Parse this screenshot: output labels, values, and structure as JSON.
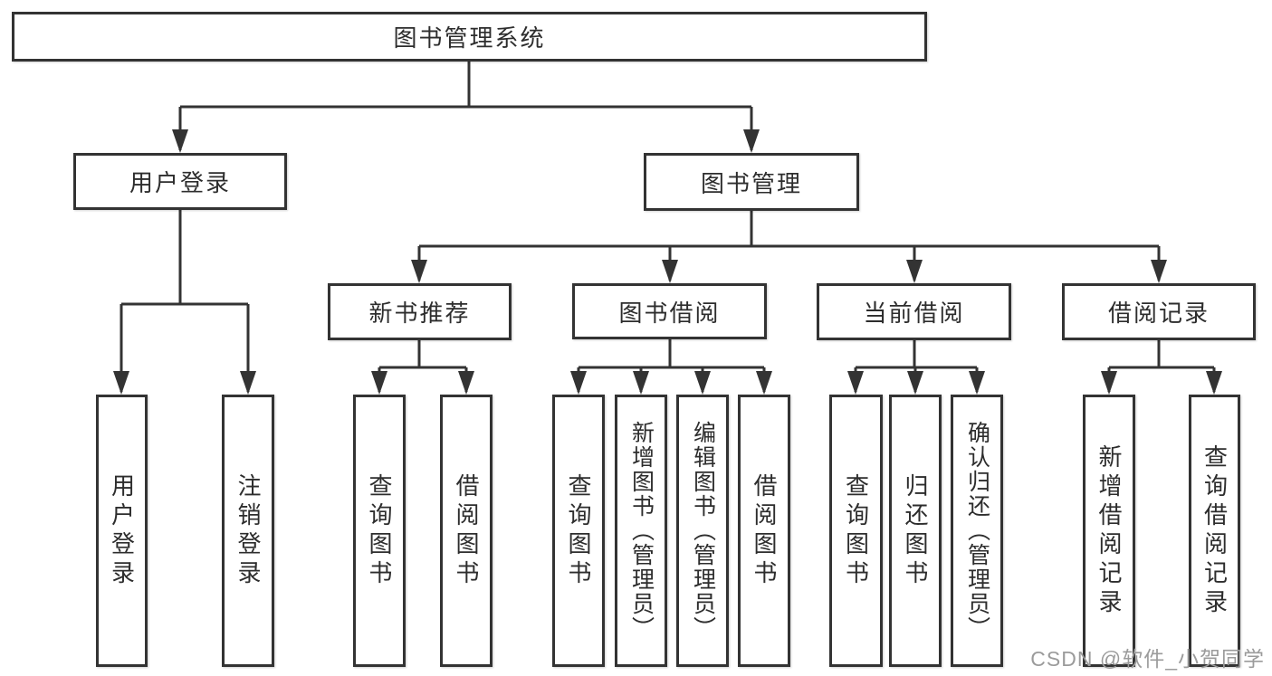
{
  "diagram_title": "图书管理系统",
  "tree": {
    "root": {
      "label": "图书管理系统",
      "children": [
        {
          "label": "用户登录",
          "children": [
            {
              "label": "用户登录"
            },
            {
              "label": "注销登录"
            }
          ]
        },
        {
          "label": "图书管理",
          "children": [
            {
              "label": "新书推荐",
              "children": [
                {
                  "label": "查询图书"
                },
                {
                  "label": "借阅图书"
                }
              ]
            },
            {
              "label": "图书借阅",
              "children": [
                {
                  "label": "查询图书"
                },
                {
                  "label": "新增图书（管理员）"
                },
                {
                  "label": "编辑图书（管理员）"
                },
                {
                  "label": "借阅图书"
                }
              ]
            },
            {
              "label": "当前借阅",
              "children": [
                {
                  "label": "查询图书"
                },
                {
                  "label": "归还图书"
                },
                {
                  "label": "确认归还（管理员）"
                }
              ]
            },
            {
              "label": "借阅记录",
              "children": [
                {
                  "label": "新增借阅记录"
                },
                {
                  "label": "查询借阅记录"
                }
              ]
            }
          ]
        }
      ]
    }
  },
  "watermark": {
    "text": "CSDN @软件_小贺同学"
  },
  "colors": {
    "line": "#333333",
    "text": "#2d2d2d",
    "box_background": "#ffffff",
    "watermark": "#9b9b9b",
    "page_background": "#ffffff"
  }
}
